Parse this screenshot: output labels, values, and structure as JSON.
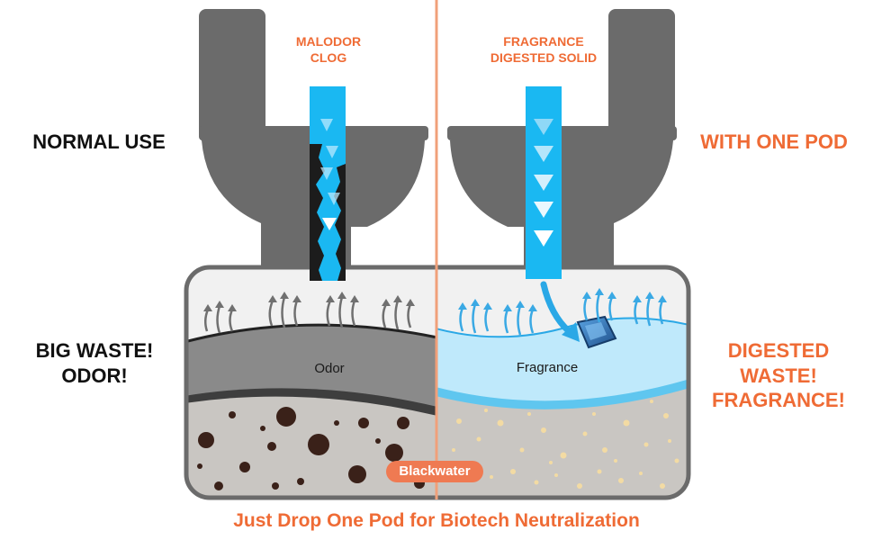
{
  "labels": {
    "left_top": [
      "MALODOR",
      "CLOG"
    ],
    "right_top": [
      "FRAGRANCE",
      "DIGESTED SOLID"
    ],
    "left_side_1": "NORMAL USE",
    "right_side_1": "WITH ONE POD",
    "left_side_2": [
      "BIG WASTE!",
      "ODOR!"
    ],
    "right_side_2": [
      "DIGESTED WASTE!",
      "FRAGRANCE!"
    ],
    "odor": "Odor",
    "fragrance": "Fragrance",
    "blackwater": "Blackwater",
    "bottom_caption": "Just Drop One Pod for Biotech Neutralization"
  },
  "colors": {
    "accent_orange": "#ef6b35",
    "divider": "#f0a07a",
    "water_blue": "#1ab8f2",
    "fragrance_blue": "#bfe9fb",
    "toilet_gray": "#6b6b6b",
    "waste_brown": "#3a2119",
    "pod_blue": "#2f6fb0",
    "particle_cream": "#f3dba3"
  },
  "icons": [
    "pod-icon",
    "odor-arrow-icon",
    "fragrance-arrow-icon",
    "flow-triangle-icon"
  ]
}
